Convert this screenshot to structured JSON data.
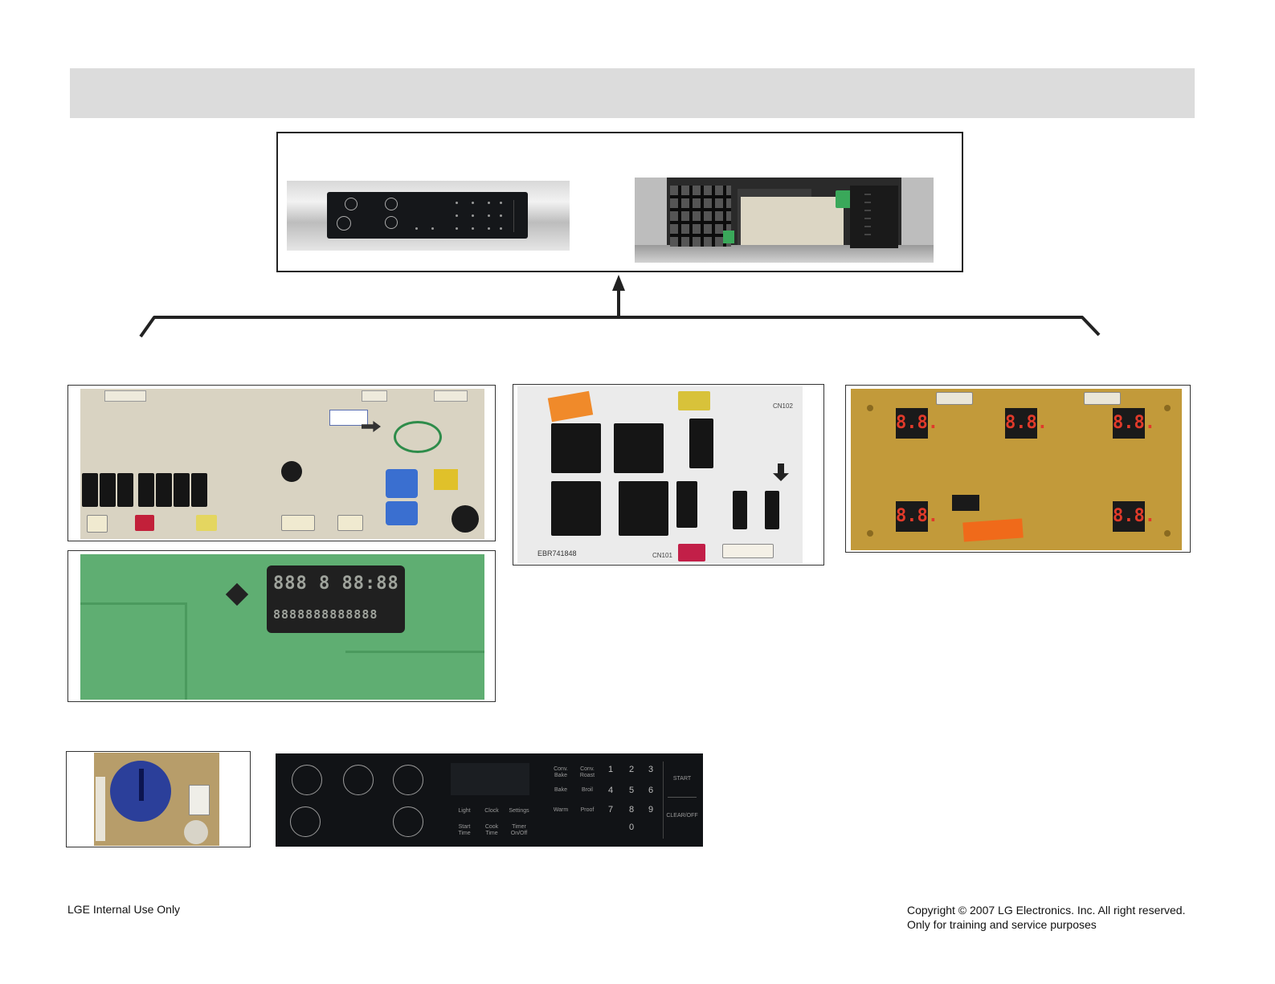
{
  "footer": {
    "internal": "LGE Internal Use Only",
    "copyright": "Copyright © 2007 LG Electronics. Inc. All right reserved.",
    "purpose": "Only for training and service purposes"
  },
  "display_board": {
    "vfd_top": "888 8 88:88",
    "vfd_bottom": "8888888888888"
  },
  "led_board": {
    "digits": [
      "8.8.",
      "8.8.",
      "8.8.",
      "8.8.",
      "8.8."
    ]
  },
  "relay_board": {
    "part_label": "EBR741848",
    "connectors": [
      "CN102",
      "CN101"
    ]
  },
  "touch_panel": {
    "labels": {
      "light": "Light",
      "clock": "Clock",
      "settings": "Settings",
      "start_time": "Start Time",
      "cook_time": "Cook Time",
      "timer": "Timer On/Off",
      "conv_bake": "Conv. Bake",
      "conv_roast": "Conv. Roast",
      "bake": "Bake",
      "broil": "Broil",
      "warm": "Warm",
      "proof": "Proof",
      "start": "START",
      "clear": "CLEAR/OFF"
    },
    "keypad": [
      "1",
      "2",
      "3",
      "4",
      "5",
      "6",
      "7",
      "8",
      "9",
      "0"
    ]
  },
  "colors": {
    "header_bar": "#dcdcdc",
    "pcb_beige": "#d9d3c2",
    "pcb_green": "#5fae72",
    "pcb_amber": "#c29a3a",
    "led_red": "#e03a2a"
  }
}
